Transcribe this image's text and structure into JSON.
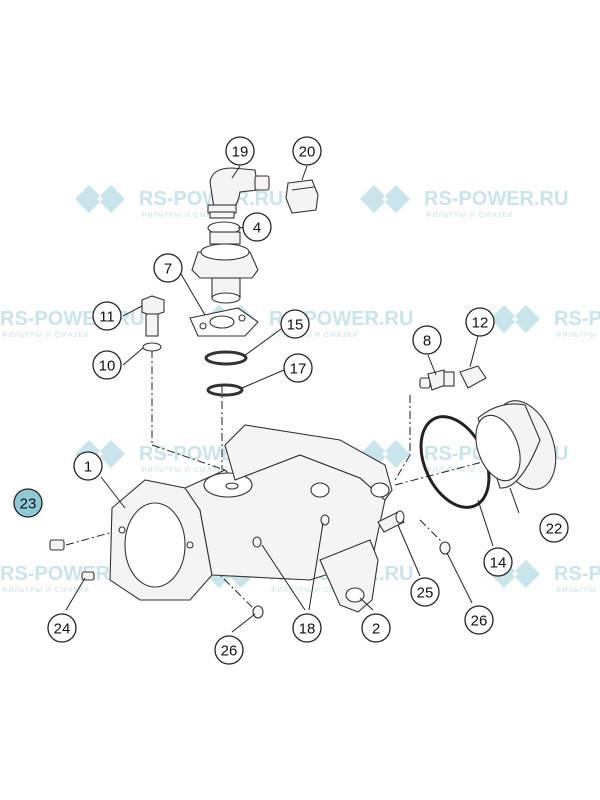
{
  "watermark": {
    "brand": "RS-POWER.RU",
    "tagline": "ФИЛЬТРЫ И СМАЗКИ"
  },
  "callouts": [
    {
      "id": "c19",
      "label": "19",
      "highlight": false
    },
    {
      "id": "c20",
      "label": "20",
      "highlight": false
    },
    {
      "id": "c4",
      "label": "4",
      "highlight": false
    },
    {
      "id": "c7",
      "label": "7",
      "highlight": false
    },
    {
      "id": "c11",
      "label": "11",
      "highlight": false
    },
    {
      "id": "c15",
      "label": "15",
      "highlight": false
    },
    {
      "id": "c10",
      "label": "10",
      "highlight": false
    },
    {
      "id": "c17",
      "label": "17",
      "highlight": false
    },
    {
      "id": "c8",
      "label": "8",
      "highlight": false
    },
    {
      "id": "c12",
      "label": "12",
      "highlight": false
    },
    {
      "id": "c1",
      "label": "1",
      "highlight": false
    },
    {
      "id": "c23",
      "label": "23",
      "highlight": true
    },
    {
      "id": "c22",
      "label": "22",
      "highlight": false
    },
    {
      "id": "c14",
      "label": "14",
      "highlight": false
    },
    {
      "id": "c25",
      "label": "25",
      "highlight": false
    },
    {
      "id": "c24",
      "label": "24",
      "highlight": false
    },
    {
      "id": "c18",
      "label": "18",
      "highlight": false
    },
    {
      "id": "c2",
      "label": "2",
      "highlight": false
    },
    {
      "id": "c26a",
      "label": "26",
      "highlight": false
    },
    {
      "id": "c26b",
      "label": "26",
      "highlight": false
    }
  ]
}
